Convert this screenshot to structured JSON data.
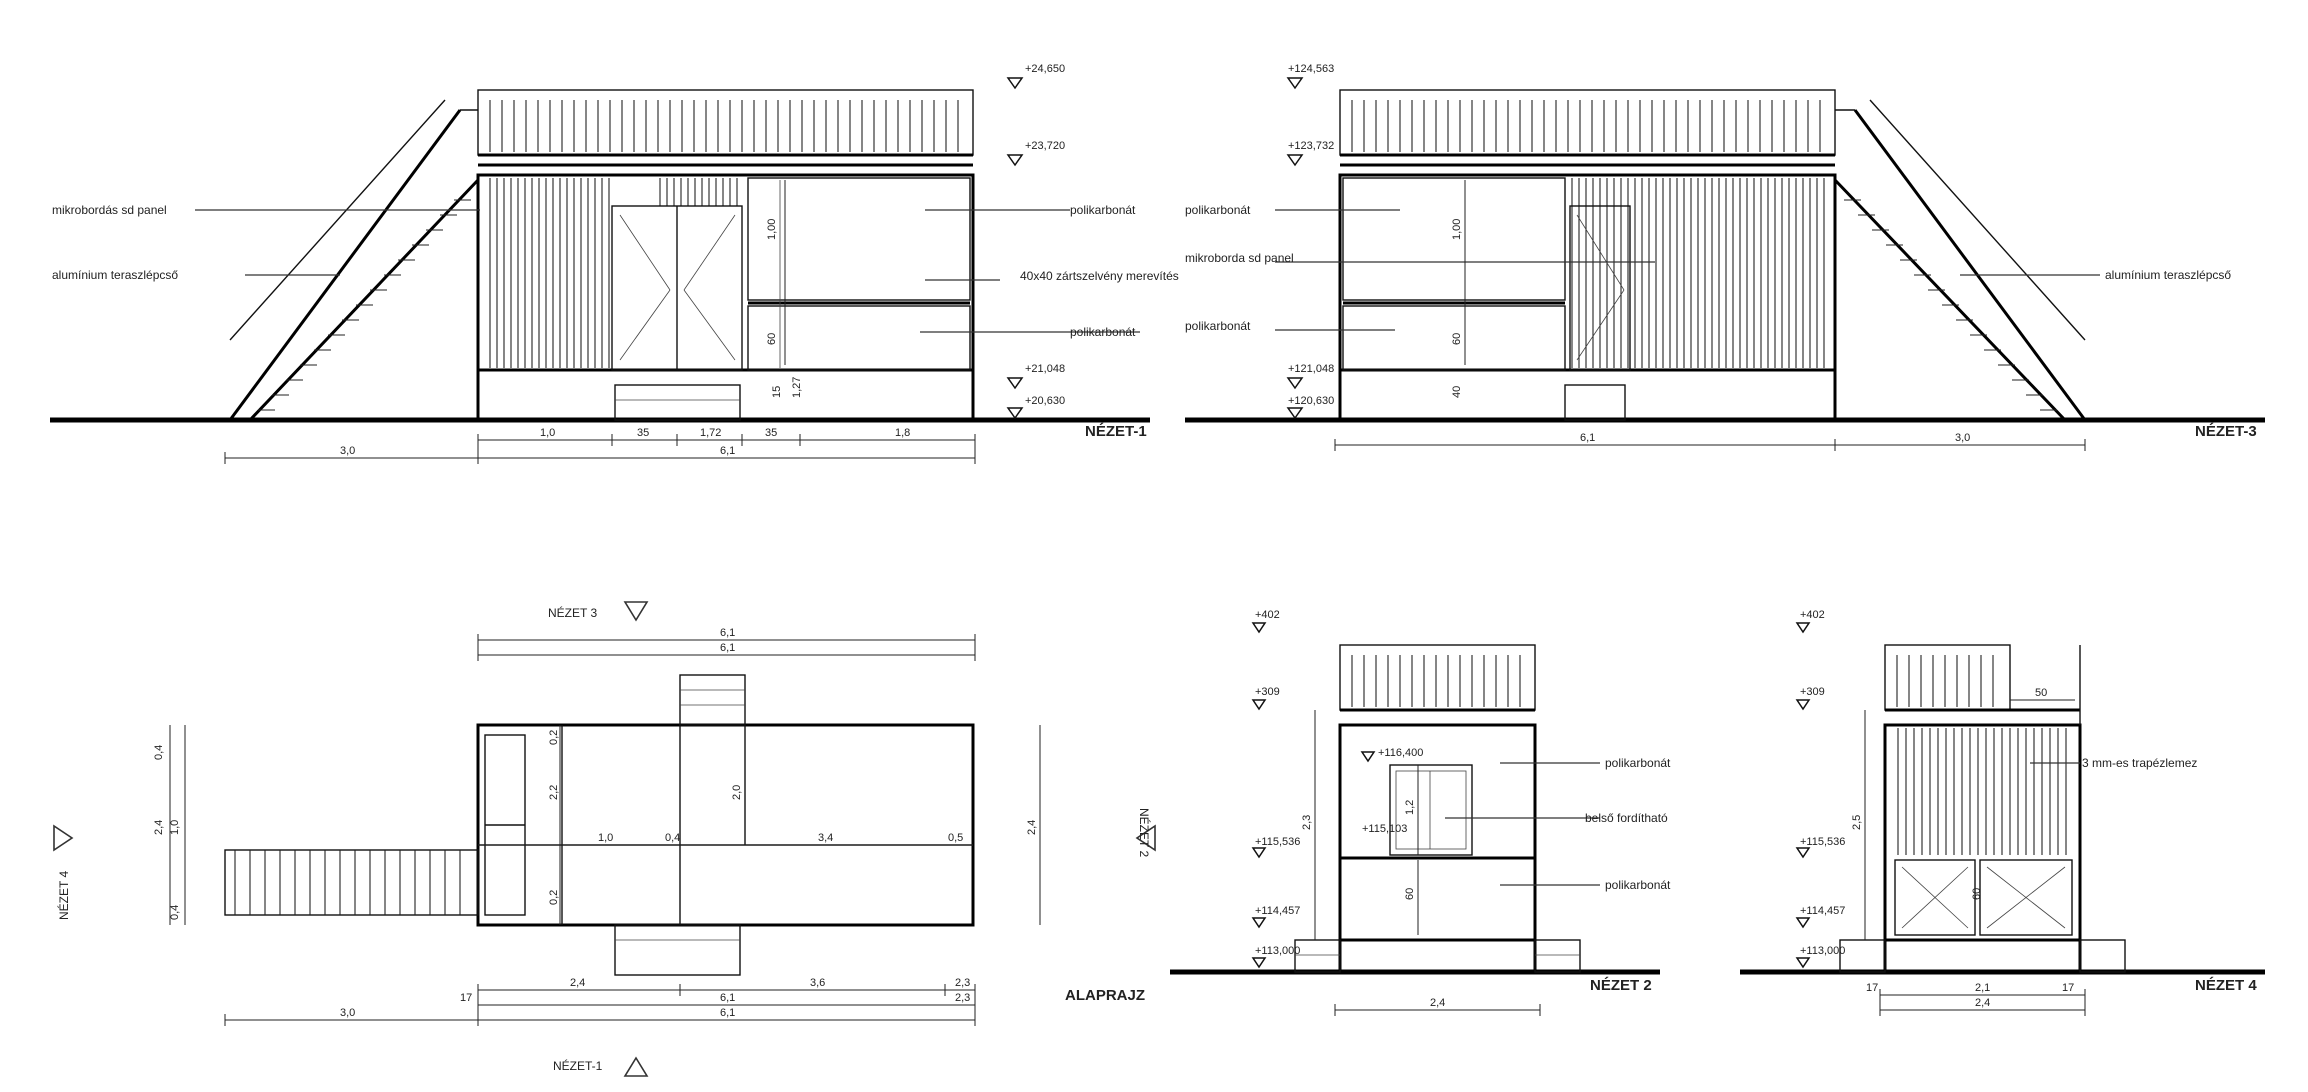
{
  "views": {
    "nezet1": "NÉZET-1",
    "nezet3": "NÉZET-3",
    "nezet2": "NÉZET 2",
    "nezet4": "NÉZET 4",
    "alaprajz": "ALAPRAJZ"
  },
  "markers": {
    "nezet3": "NÉZET 3",
    "nezet1": "NÉZET-1",
    "nezet4": "NÉZET 4",
    "nezet2": "NÉZET 2"
  },
  "labels": {
    "v1_panel": "mikrobordás sd panel",
    "v1_stair": "alumínium teraszlépcső",
    "v1_polikarbonat_top": "polikarbonát",
    "v1_frame": "40x40 zártszelvény merevítés",
    "v1_polikarbonat_bottom": "polikarbonát",
    "v3_polikarbonat_top": "polikarbonát",
    "v3_panel": "mikroborda sd panel",
    "v3_polikarbonat_bottom": "polikarbonát",
    "v3_stair": "alumínium teraszlépcső",
    "v2_polikarbonat_top": "polikarbonát",
    "v2_door": "belső fordítható",
    "v2_polikarbonat_bottom": "polikarbonát",
    "v4_trapez": "3 mm-es trapézlemez"
  },
  "levels": {
    "v1_top": "+24,650",
    "v1_rail": "+23,720",
    "v1_floor": "+21,048",
    "v1_ground": "+20,630",
    "v3_top": "+124,563",
    "v3_rail": "+123,732",
    "v3_floor": "+121,048",
    "v3_ground": "+120,630",
    "v2_top": "+402",
    "v2_roof": "+309",
    "v2_door_top": "+116,400",
    "v2_mid": "+115,536",
    "v2_mid2": "+115,103",
    "v2_floor": "+114,457",
    "v2_ground": "+113,000",
    "v4_top": "+402",
    "v4_roof": "+309",
    "v4_mid": "+115,536",
    "v4_floor": "+114,457",
    "v4_ground": "+113,000"
  },
  "dims": {
    "v1_stair_len": "3,0",
    "v1_seg1": "1,0",
    "v1_seg2": "35",
    "v1_seg3": "1,72",
    "v1_seg4": "35",
    "v1_seg5": "1,8",
    "v1_total": "6,1",
    "v1_h_top": "1,00",
    "v1_h_bottom": "60",
    "v1_small1": "15",
    "v1_small2": "1,27",
    "v3_total": "6,1",
    "v3_stair_len": "3,0",
    "v3_h_top": "1,00",
    "v3_h_bottom": "60",
    "v3_small": "40",
    "plan_top1": "6,1",
    "plan_top2": "6,1",
    "plan_bot1": "2,4",
    "plan_bot2": "3,6",
    "plan_bot3": "2,3",
    "plan_bot_total": "6,1",
    "plan_stair": "3,0",
    "plan_total": "6,1",
    "plan_small": "17",
    "plan_corner": "2,3",
    "plan_l1": "0,4",
    "plan_l2": "2,4",
    "plan_l3": "1,0",
    "plan_l4": "0,4",
    "plan_mid1": "1,0",
    "plan_mid2": "0,4",
    "plan_mid3": "3,4",
    "plan_mid4": "0,5",
    "plan_v1": "0,2",
    "plan_v2": "2,2",
    "plan_v3": "0,2",
    "plan_v4": "2,0",
    "plan_right": "2,4",
    "v2_width": "2,4",
    "v2_door_h": "1,2",
    "v2_panel_h": "60",
    "v2_total_h": "2,3",
    "v4_width": "2,4",
    "v4_seg1": "17",
    "v4_seg2": "2,1",
    "v4_seg3": "17",
    "v4_side": "2,5",
    "v4_top_dim": "50",
    "v4_panel_h": "60"
  }
}
